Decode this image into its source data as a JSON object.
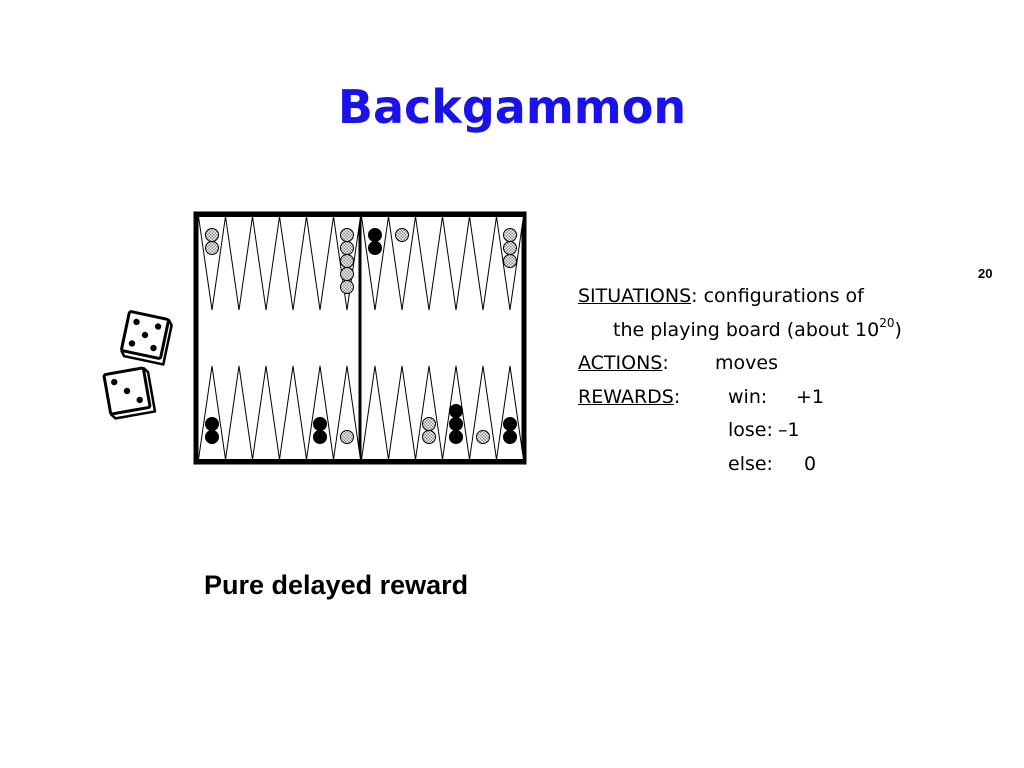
{
  "slide": {
    "title": "Backgammon",
    "page_number": "20",
    "caption": "Pure delayed reward"
  },
  "definitions": {
    "situations_term": "SITUATIONS",
    "situations_sep": ":",
    "situations_text": " configurations of",
    "situations_cont": "the playing board (about 10",
    "situations_exp": "20",
    "situations_close": ")",
    "actions_term": "ACTIONS",
    "actions_sep": ":",
    "actions_text": "moves",
    "rewards_term": "REWARDS",
    "rewards_sep": ":",
    "win_label": "win:",
    "win_value": "+1",
    "lose_label": "lose:",
    "lose_value": "–1",
    "else_label": "else:",
    "else_value": "0"
  },
  "board": {
    "points_per_half": 12,
    "checker_colors": {
      "black": "#000000",
      "white": "#ffffff",
      "white_pattern": "#888888"
    },
    "top_stacks": [
      {
        "point": 1,
        "color": "white",
        "count": 2
      },
      {
        "point": 6,
        "color": "white",
        "count": 5
      },
      {
        "point": 7,
        "color": "black",
        "count": 2
      },
      {
        "point": 8,
        "color": "white",
        "count": 1
      },
      {
        "point": 12,
        "color": "white",
        "count": 3
      }
    ],
    "bottom_stacks": [
      {
        "point": 1,
        "color": "black",
        "count": 2
      },
      {
        "point": 5,
        "color": "black",
        "count": 2
      },
      {
        "point": 6,
        "color": "white",
        "count": 1
      },
      {
        "point": 9,
        "color": "white",
        "count": 2
      },
      {
        "point": 10,
        "color": "black",
        "count": 3
      },
      {
        "point": 11,
        "color": "white",
        "count": 1
      },
      {
        "point": 12,
        "color": "black",
        "count": 2
      }
    ]
  },
  "dice": [
    {
      "value": 5
    },
    {
      "value": 3
    }
  ]
}
